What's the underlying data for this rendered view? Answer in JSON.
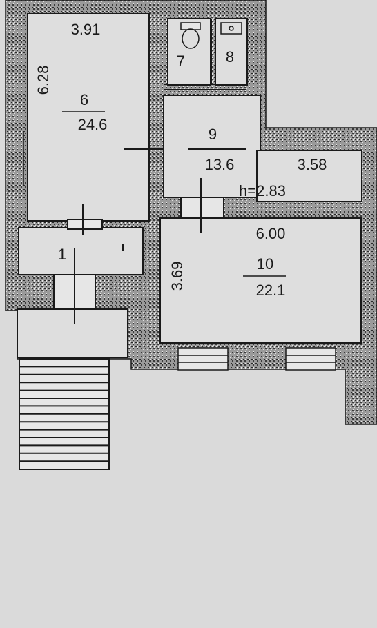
{
  "colors": {
    "paper": "#dadada",
    "wall_fill": "#8e8e8e",
    "line": "#1a1a1a",
    "floor": "#dedede"
  },
  "rooms": [
    {
      "id": "1",
      "number": "1",
      "area": ""
    },
    {
      "id": "6",
      "number": "6",
      "area": "24.6"
    },
    {
      "id": "7",
      "number": "7",
      "area": ""
    },
    {
      "id": "8",
      "number": "8",
      "area": ""
    },
    {
      "id": "9",
      "number": "9",
      "area": "13.6"
    },
    {
      "id": "10",
      "number": "10",
      "area": "22.1"
    }
  ],
  "dimensions": {
    "room6_width": "3.91",
    "room6_length": "6.28",
    "corridor_length": "3.58",
    "room10_width": "6.00",
    "room10_length": "3.69",
    "ceiling_height": "h=2.83"
  },
  "icons": [
    "toilet-icon",
    "sink-icon",
    "stairs-icon"
  ]
}
